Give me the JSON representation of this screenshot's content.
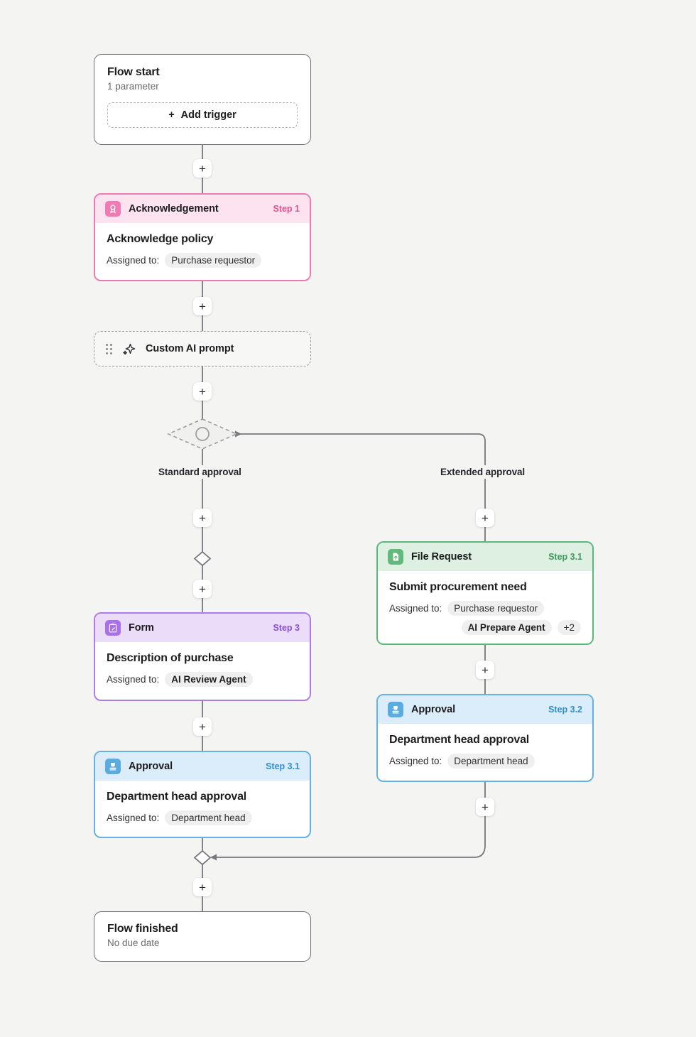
{
  "flow": {
    "background_color": "#f4f4f2",
    "start_node": {
      "title": "Flow start",
      "subtitle": "1 parameter",
      "add_trigger_label": "Add trigger",
      "plus_glyph": "+"
    },
    "end_node": {
      "title": "Flow finished",
      "subtitle": "No due date"
    },
    "ai_node": {
      "label": "Custom AI prompt",
      "icon": "sparkle-icon",
      "handle_icon": "drag-handle-icon"
    },
    "branches": {
      "left_label": "Standard approval",
      "right_label": "Extended approval"
    },
    "add_button_glyph": "+",
    "steps": [
      {
        "id": "acknowledgement",
        "type_label": "Acknowledgement",
        "step_label": "Step 1",
        "title": "Acknowledge policy",
        "assigned_label": "Assigned to:",
        "assignees": [
          "Purchase requestor"
        ],
        "overflow": "",
        "icon": "award-ribbon-icon",
        "accent": "#e2538f",
        "header_bg": "#fce3ef",
        "border": "#ef7ab0",
        "icon_bg": "#f07bb4",
        "step_color": "#e2538f"
      },
      {
        "id": "file-request",
        "type_label": "File Request",
        "step_label": "Step 3.1",
        "title": "Submit procurement need",
        "assigned_label": "Assigned to:",
        "assignees": [
          "Purchase requestor",
          "AI Prepare Agent"
        ],
        "overflow": "+2",
        "icon": "file-upload-icon",
        "accent": "#3f9a5e",
        "header_bg": "#ddf0e1",
        "border": "#5cb878",
        "icon_bg": "#62b97c",
        "step_color": "#3f9a5e"
      },
      {
        "id": "form",
        "type_label": "Form",
        "step_label": "Step 3",
        "title": "Description of purchase",
        "assigned_label": "Assigned to:",
        "assignees": [
          "AI Review Agent"
        ],
        "overflow": "",
        "icon": "clipboard-pencil-icon",
        "accent": "#8a4ed8",
        "header_bg": "#ebddfa",
        "border": "#b07ae8",
        "icon_bg": "#aa70e8",
        "step_color": "#8a4ed8"
      },
      {
        "id": "approval-left",
        "type_label": "Approval",
        "step_label": "Step 3.1",
        "title": "Department head approval",
        "assigned_label": "Assigned to:",
        "assignees": [
          "Department head"
        ],
        "overflow": "",
        "icon": "stamp-icon",
        "accent": "#2f8fcb",
        "header_bg": "#dbedfa",
        "border": "#64b1e2",
        "icon_bg": "#5aacdf",
        "step_color": "#2f8fcb"
      },
      {
        "id": "approval-right",
        "type_label": "Approval",
        "step_label": "Step 3.2",
        "title": "Department head approval",
        "assigned_label": "Assigned to:",
        "assignees": [
          "Department head"
        ],
        "overflow": "",
        "icon": "stamp-icon",
        "accent": "#2f8fcb",
        "header_bg": "#dbedfa",
        "border": "#64b1e2",
        "icon_bg": "#5aacdf",
        "step_color": "#2f8fcb"
      }
    ]
  }
}
